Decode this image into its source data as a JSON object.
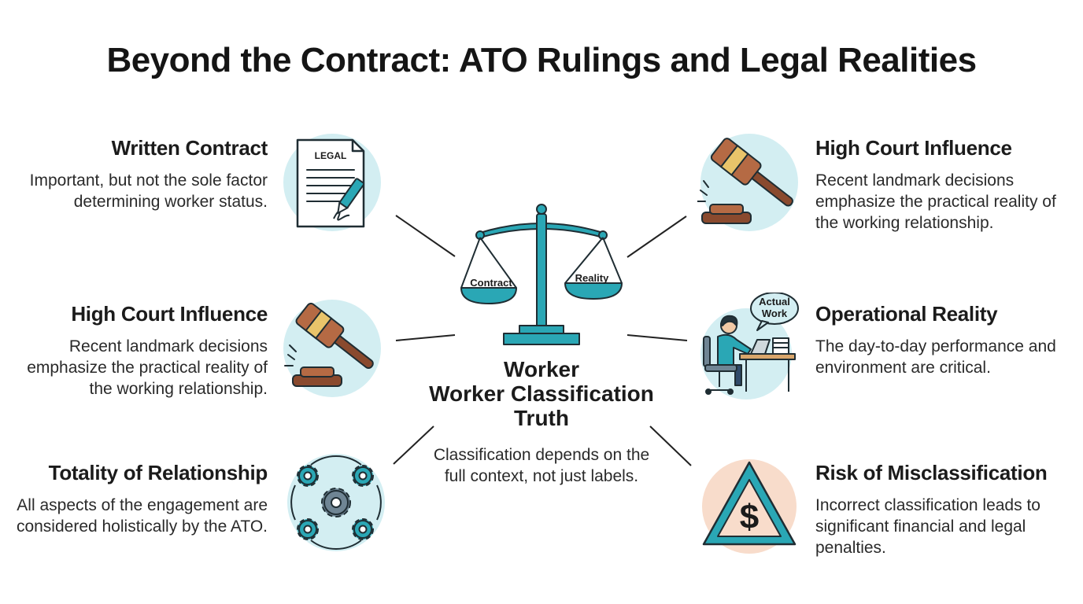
{
  "title": "Beyond the Contract: ATO Rulings and Legal Realities",
  "center": {
    "title_line1": "Worker",
    "title_line2": "Worker Classification",
    "title_line3": "Truth",
    "body": "Classification depends on the full context, not just labels.",
    "scale": {
      "left_pan_label": "Contract",
      "right_pan_label": "Reality"
    }
  },
  "cards": {
    "written_contract": {
      "heading": "Written Contract",
      "body": "Important, but not the sole factor determining worker status.",
      "icon": "legal-document-icon",
      "icon_label": "LEGAL"
    },
    "high_court_left": {
      "heading": "High Court Influence",
      "body": "Recent landmark decisions emphasize the practical reality of the working relationship.",
      "icon": "gavel-icon"
    },
    "totality": {
      "heading": "Totality of Relationship",
      "body": "All aspects of the engagement are considered holistically by the ATO.",
      "icon": "gears-cycle-icon"
    },
    "high_court_right": {
      "heading": "High Court Influence",
      "body": "Recent landmark decisions emphasize the practical reality of the working relationship.",
      "icon": "gavel-icon"
    },
    "operational": {
      "heading": "Operational Reality",
      "body": "The day-to-day performance and environment are critical.",
      "icon": "worker-at-desk-icon",
      "bubble_line1": "Actual",
      "bubble_line2": "Work"
    },
    "risk": {
      "heading": "Risk of Misclassification",
      "body": "Incorrect classification leads to significant financial and legal penalties.",
      "icon": "warning-dollar-icon",
      "icon_label": "$"
    }
  },
  "colors": {
    "teal": "#2aa7b5",
    "teal_light": "#d3eef2",
    "dark": "#1f2d33",
    "wood": "#8a4a2e",
    "wood_light": "#b56a44",
    "gold": "#e9c46a",
    "peach": "#f8dccb"
  }
}
